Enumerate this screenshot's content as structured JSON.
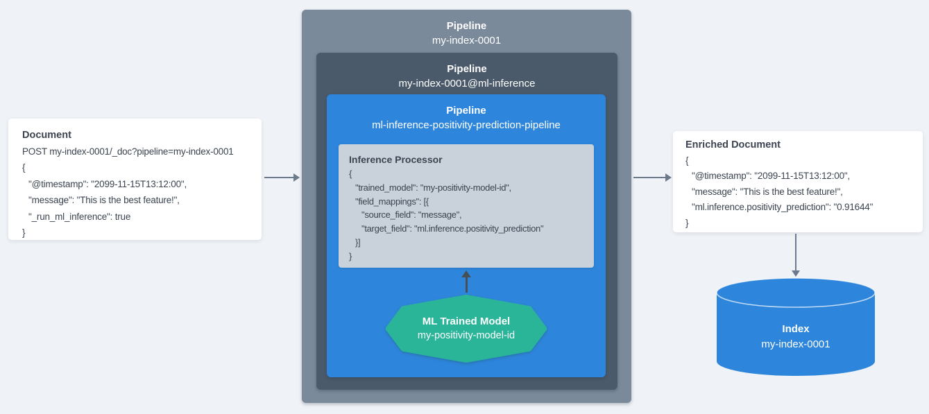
{
  "colors": {
    "background": "#eff2f6",
    "card_bg": "#ffffff",
    "outer_pipeline_bg": "#7b8a9b",
    "ml_pipeline_bg": "#4a5a6b",
    "inference_pipeline_bg": "#2e86dc",
    "processor_bg": "#c9d2da",
    "trained_model_bg": "#2ab598",
    "index_bg": "#2e86dc",
    "text_dark": "#3b4450",
    "text_light": "#ffffff",
    "arrow_gray": "#6b7a8c",
    "arrow_dark": "#474f57"
  },
  "document_card": {
    "title": "Document",
    "lines": [
      {
        "indent": 0,
        "text": "POST my-index-0001/_doc?pipeline=my-index-0001"
      },
      {
        "indent": 0,
        "text": "{"
      },
      {
        "indent": 1,
        "text": "\"@timestamp\": \"2099-11-15T13:12:00\","
      },
      {
        "indent": 1,
        "text": "\"message\": \"This is the best feature!\","
      },
      {
        "indent": 1,
        "text": "\"_run_ml_inference\": true"
      },
      {
        "indent": 0,
        "text": "}"
      }
    ]
  },
  "outer_pipeline": {
    "title": "Pipeline",
    "subtitle": "my-index-0001"
  },
  "ml_pipeline": {
    "title": "Pipeline",
    "subtitle": "my-index-0001@ml-inference"
  },
  "inference_pipeline": {
    "title": "Pipeline",
    "subtitle": "ml-inference-positivity-prediction-pipeline"
  },
  "inference_processor": {
    "title": "Inference Processor",
    "lines": [
      {
        "indent": 0,
        "text": "{"
      },
      {
        "indent": 1,
        "text": "\"trained_model\": \"my-positivity-model-id\","
      },
      {
        "indent": 1,
        "text": "\"field_mappings\": [{"
      },
      {
        "indent": 2,
        "text": "\"source_field\": \"message\","
      },
      {
        "indent": 2,
        "text": "\"target_field\": \"ml.inference.positivity_prediction\""
      },
      {
        "indent": 1,
        "text": "}]"
      },
      {
        "indent": 0,
        "text": "}"
      }
    ]
  },
  "trained_model": {
    "title": "ML Trained Model",
    "subtitle": "my-positivity-model-id"
  },
  "enriched_card": {
    "title": "Enriched Document",
    "lines": [
      {
        "indent": 0,
        "text": "{"
      },
      {
        "indent": 1,
        "text": "\"@timestamp\": \"2099-11-15T13:12:00\","
      },
      {
        "indent": 1,
        "text": "\"message\": \"This is the best feature!\","
      },
      {
        "indent": 1,
        "text": "\"ml.inference.positivity_prediction\": \"0.91644\""
      },
      {
        "indent": 0,
        "text": "}"
      }
    ]
  },
  "index_store": {
    "title": "Index",
    "subtitle": "my-index-0001"
  }
}
